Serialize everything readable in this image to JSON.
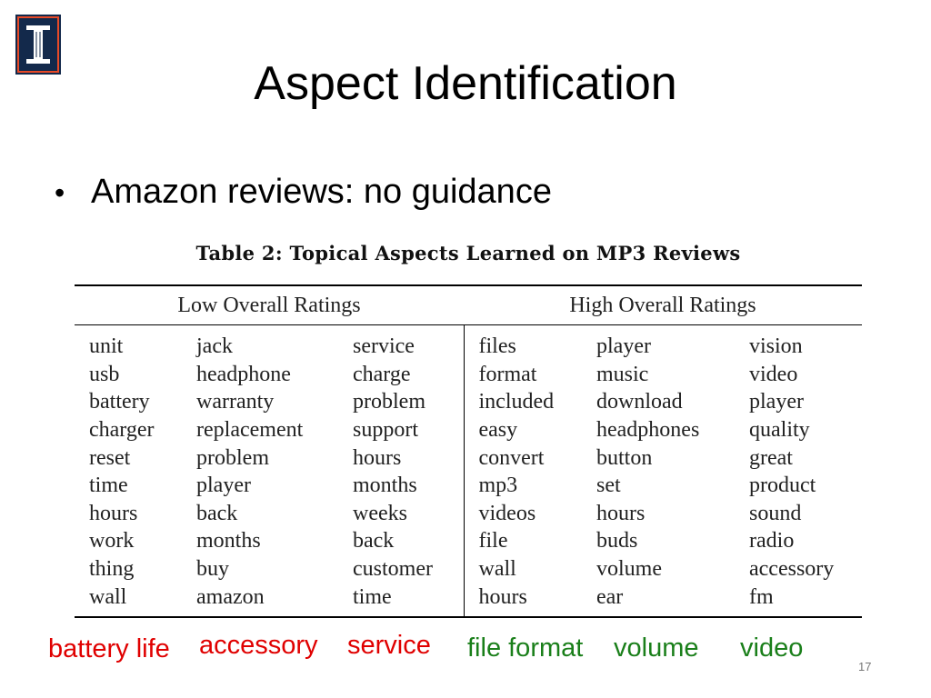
{
  "slide": {
    "title": "Aspect Identification",
    "bullet": "Amazon reviews: no guidance",
    "page_number": "17"
  },
  "table": {
    "caption": "Table 2: Topical Aspects Learned on MP3 Reviews",
    "group_headers": [
      "Low Overall Ratings",
      "High Overall Ratings"
    ],
    "rows": [
      [
        "unit",
        "jack",
        "service",
        "files",
        "player",
        "vision"
      ],
      [
        "usb",
        "headphone",
        "charge",
        "format",
        "music",
        "video"
      ],
      [
        "battery",
        "warranty",
        "problem",
        "included",
        "download",
        "player"
      ],
      [
        "charger",
        "replacement",
        "support",
        "easy",
        "headphones",
        "quality"
      ],
      [
        "reset",
        "problem",
        "hours",
        "convert",
        "button",
        "great"
      ],
      [
        "time",
        "player",
        "months",
        "mp3",
        "set",
        "product"
      ],
      [
        "hours",
        "back",
        "weeks",
        "videos",
        "hours",
        "sound"
      ],
      [
        "work",
        "months",
        "back",
        "file",
        "buds",
        "radio"
      ],
      [
        "thing",
        "buy",
        "customer",
        "wall",
        "volume",
        "accessory"
      ],
      [
        "wall",
        "amazon",
        "time",
        "hours",
        "ear",
        "fm"
      ]
    ]
  },
  "aspect_labels": [
    {
      "text": "battery life",
      "color": "#e00000"
    },
    {
      "text": "accessory",
      "color": "#e00000"
    },
    {
      "text": "service",
      "color": "#e00000"
    },
    {
      "text": "file format",
      "color": "#1a7f1a"
    },
    {
      "text": "volume",
      "color": "#1a7f1a"
    },
    {
      "text": "video",
      "color": "#1a7f1a"
    }
  ],
  "colors": {
    "logo_bg": "#13294b",
    "logo_border": "#e84a27"
  }
}
